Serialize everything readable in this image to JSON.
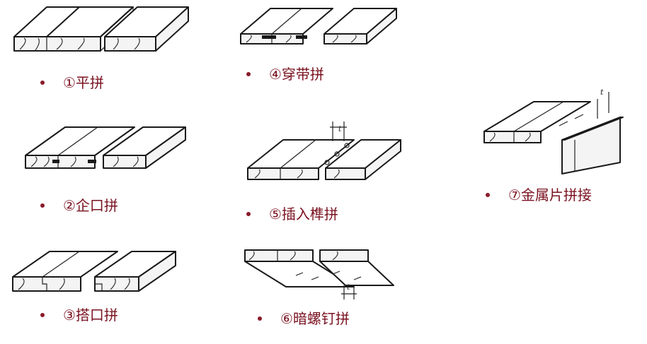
{
  "diagram": {
    "captions": [
      {
        "id": "1",
        "text": "①平拼"
      },
      {
        "id": "2",
        "text": "②企口拼"
      },
      {
        "id": "3",
        "text": "③搭口拼"
      },
      {
        "id": "4",
        "text": "④穿带拼"
      },
      {
        "id": "5",
        "text": "⑤插入榫拼"
      },
      {
        "id": "6",
        "text": "⑥暗螺钉拼"
      },
      {
        "id": "7",
        "text": "⑦金属片拼接"
      }
    ],
    "dimension_label": "t",
    "colors": {
      "caption": "#7a1220",
      "bullet": "#8a1a2a",
      "line": "#1a1a1a"
    }
  }
}
